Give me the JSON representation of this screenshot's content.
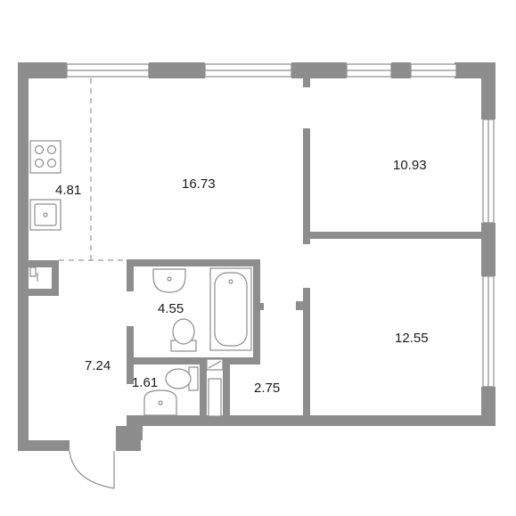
{
  "rooms": [
    {
      "id": "kitchen",
      "area": "4.81"
    },
    {
      "id": "living",
      "area": "16.73"
    },
    {
      "id": "bedroom-1",
      "area": "10.93"
    },
    {
      "id": "bedroom-2",
      "area": "12.55"
    },
    {
      "id": "bathroom",
      "area": "4.55"
    },
    {
      "id": "hallway",
      "area": "7.24"
    },
    {
      "id": "wc",
      "area": "1.61"
    },
    {
      "id": "storage",
      "area": "2.75"
    }
  ],
  "colors": {
    "wall": "#8d8d8d",
    "background": "#ffffff",
    "text": "#1a1a1a"
  },
  "icons": [
    "stove-icon",
    "sink-icon",
    "bathtub-icon",
    "toilet-icon",
    "washbasin-icon"
  ]
}
